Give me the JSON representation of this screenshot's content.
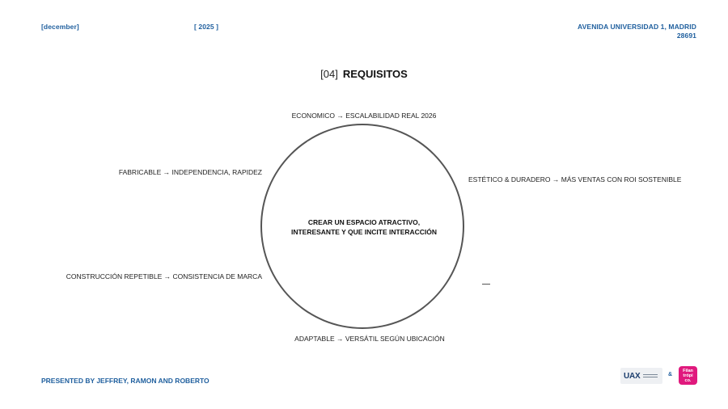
{
  "header": {
    "month": "[december]",
    "year": "[ 2025 ]",
    "address_line1": "AVENIDA UNIVERSIDAD 1, MADRID",
    "address_line2": "28691"
  },
  "section": {
    "number": "[04]",
    "title": "REQUISITOS"
  },
  "center": {
    "line1": "CREAR UN ESPACIO ATRACTIVO,",
    "line2": "INTERESANTE Y QUE INCITE INTERACCIÓN"
  },
  "requirements": {
    "top": "ECONOMICO → ESCALABILIDAD REAL 2026",
    "left_upper": "FABRICABLE → INDEPENDENCIA, RAPIDEZ",
    "right_upper": "ESTÉTICO  & DURADERO → MÁS VENTAS CON ROI SOSTENIBLE",
    "left_lower": "CONSTRUCCIÓN REPETIBLE → CONSISTENCIA DE MARCA",
    "bottom": "ADAPTABLE → VERSÁTIL SEGÚN UBICACIÓN"
  },
  "footer": {
    "presented_by": "PRESENTED BY JEFFREY, RAMON AND ROBERTO",
    "amp": "&",
    "logo_uax": "UAX",
    "logo_filan_1": "Filan",
    "logo_filan_2": "trópi",
    "logo_filan_3": "co."
  },
  "colors": {
    "accent_blue": "#1f5f9e",
    "brand_pink": "#e0197d",
    "circle_stroke": "#555555"
  }
}
